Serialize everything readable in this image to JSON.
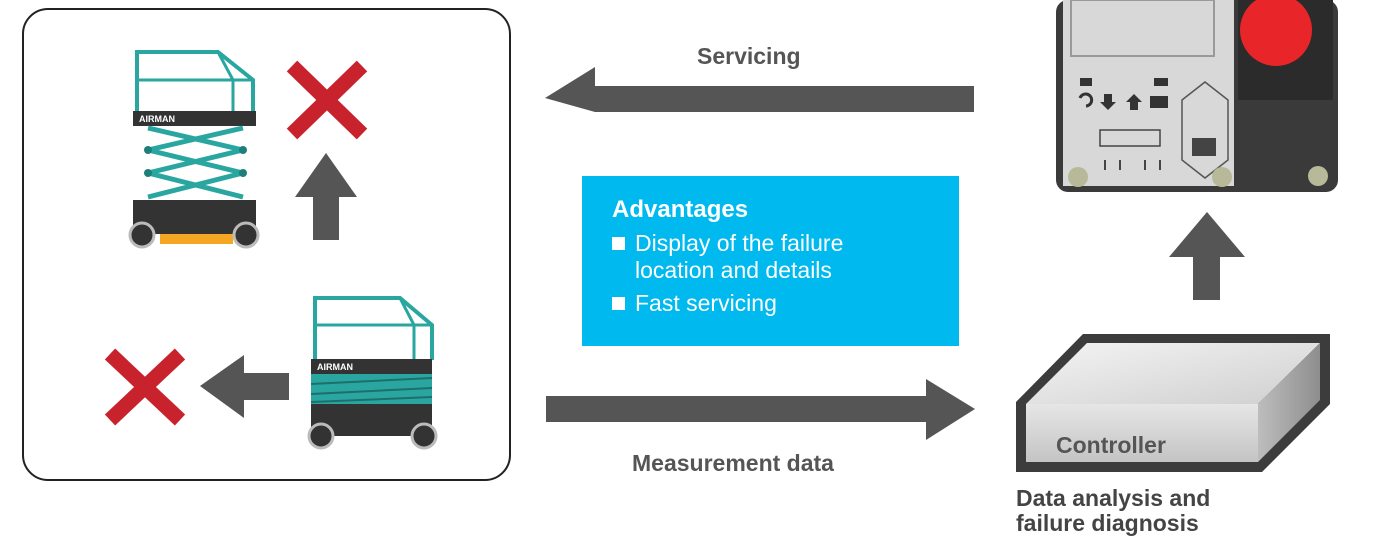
{
  "labels": {
    "servicing": "Servicing",
    "measurement": "Measurement data",
    "controller": "Controller",
    "analysis": [
      "Data analysis and",
      "failure diagnosis"
    ]
  },
  "advantages": {
    "title": "Advantages",
    "items": [
      [
        "Display of the failure",
        "location and details"
      ],
      [
        "Fast servicing"
      ]
    ]
  },
  "machine_brand": "AIRMAN",
  "colors": {
    "arrow": "#555555",
    "accent_box": "#00b9ef",
    "cross": "#c8232c",
    "lift_frame": "#2aa6a0",
    "stop_button": "#e8262a"
  }
}
